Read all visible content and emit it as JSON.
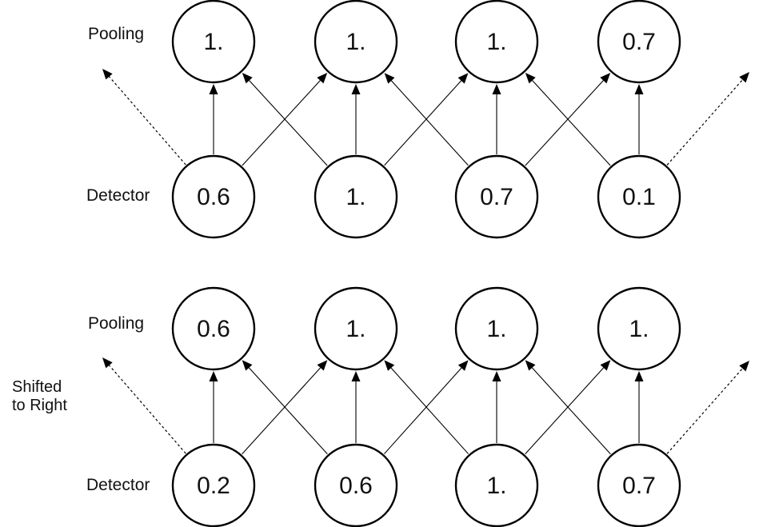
{
  "colors": {
    "stroke": "#000000",
    "text": "#111111",
    "background": "#ffffff"
  },
  "diagrams": [
    {
      "name": "original",
      "row_labels": {
        "pooling": "Pooling",
        "detector": "Detector"
      },
      "pooling_values": [
        "1.",
        "1.",
        "1.",
        "0.7"
      ],
      "detector_values": [
        "0.6",
        "1.",
        "0.7",
        "0.1"
      ]
    },
    {
      "name": "shifted-to-right",
      "side_label_lines": [
        "Shifted",
        "to Right"
      ],
      "row_labels": {
        "pooling": "Pooling",
        "detector": "Detector"
      },
      "pooling_values": [
        "0.6",
        "1.",
        "1.",
        "1."
      ],
      "detector_values": [
        "0.2",
        "0.6",
        "1.",
        "0.7"
      ]
    }
  ],
  "connections": {
    "solid_detector_to_pooling": [
      [
        0,
        0
      ],
      [
        1,
        0
      ],
      [
        0,
        1
      ],
      [
        1,
        1
      ],
      [
        2,
        1
      ],
      [
        1,
        2
      ],
      [
        2,
        2
      ],
      [
        3,
        2
      ],
      [
        2,
        3
      ],
      [
        3,
        3
      ]
    ],
    "dashed_offscreen": [
      {
        "side": "left",
        "from_detector": 0
      },
      {
        "side": "right",
        "from_detector": 3
      }
    ]
  }
}
